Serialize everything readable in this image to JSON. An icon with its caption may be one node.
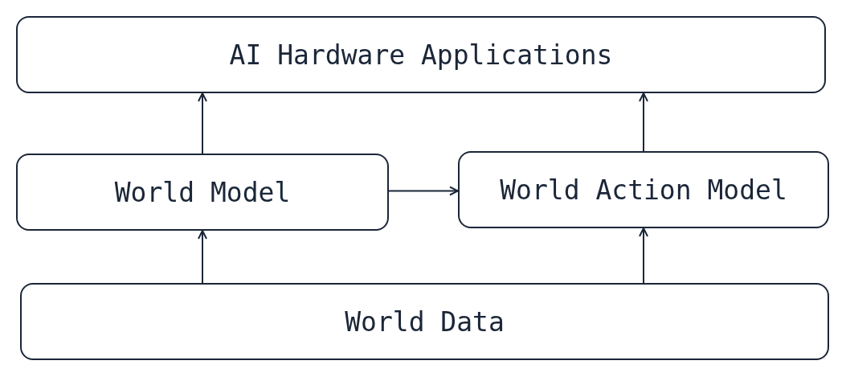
{
  "diagram": {
    "nodes": [
      {
        "text": [
          "AI Hardware Applications"
        ]
      },
      {
        "text": [
          "World Model"
        ]
      },
      {
        "text": [
          "World Action Model"
        ]
      },
      {
        "text": [
          "World Data"
        ]
      }
    ],
    "edges": [
      {
        "from": 1,
        "to": 0,
        "arrow": "to"
      },
      {
        "from": 2,
        "to": 0,
        "arrow": "to"
      },
      {
        "from": 1,
        "to": 2,
        "arrow": "to"
      },
      {
        "from": 3,
        "to": 1,
        "arrow": "to"
      },
      {
        "from": 3,
        "to": 2,
        "arrow": "to"
      }
    ]
  }
}
